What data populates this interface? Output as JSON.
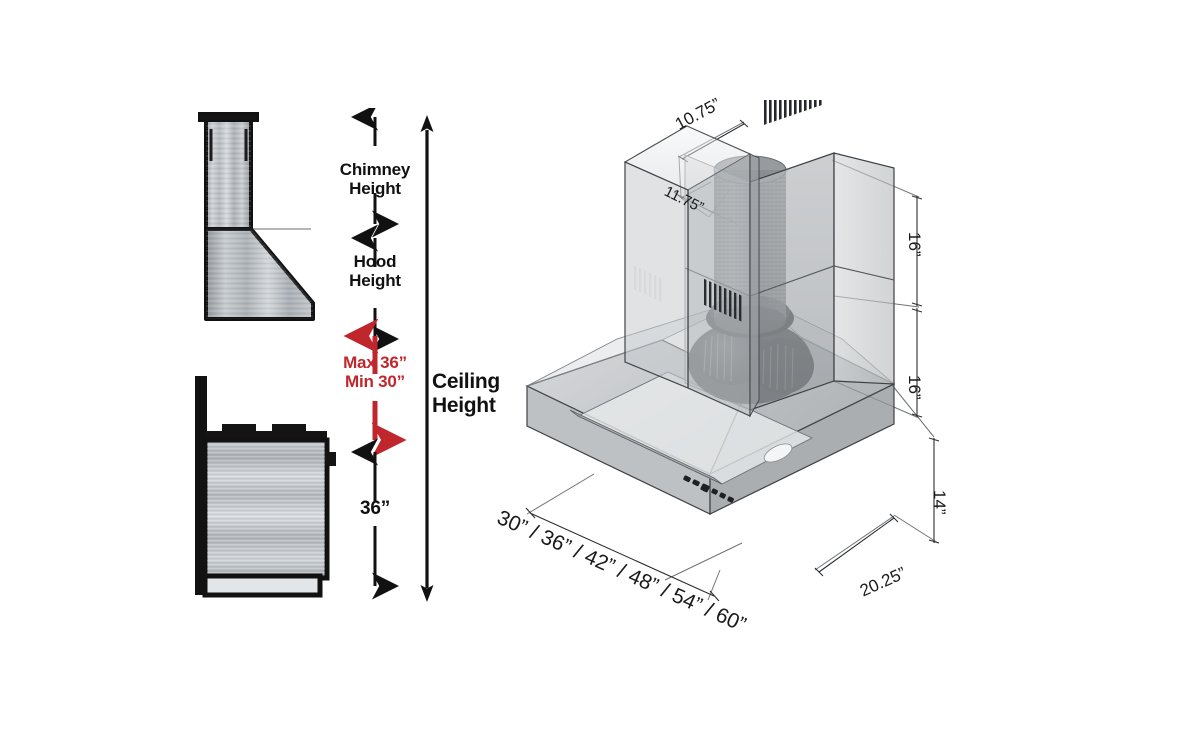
{
  "diagram": {
    "title": "Range Hood Installation Dimension Diagram",
    "background_color": "#ffffff",
    "accent_red": "#c0272d",
    "ink": "#111111"
  },
  "installation_column": {
    "chimney_height_label": "Chimney\nHeight",
    "hood_height_label": "Hood\nHeight",
    "clearance_max_label": "Max 36”",
    "clearance_min_label": "Min 30”",
    "counter_height_label": "36”",
    "ceiling_height_label": "Ceiling\nHeight"
  },
  "hood_dimensions": {
    "chimney_top_depth": "10.75”",
    "chimney_top_width": "11.75”",
    "chimney_upper_height": "16”",
    "chimney_lower_height": "16”",
    "canopy_height": "14”",
    "hood_depth": "20.25”",
    "hood_width_options": "30” / 36” / 42” / 48” / 54” / 60”"
  },
  "side_views": {
    "hood_profile_name": "hood-side-profile",
    "range_profile_name": "range-side-profile"
  }
}
